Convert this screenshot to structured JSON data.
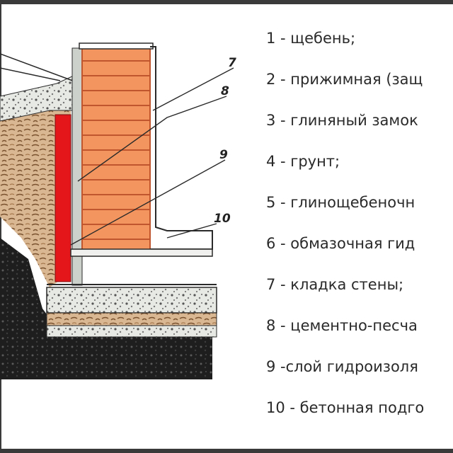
{
  "legend": {
    "items": [
      {
        "text": "1 - щебень;"
      },
      {
        "text": "2 - прижимная (защ"
      },
      {
        "text": "3 - глиняный замок"
      },
      {
        "text": "4 - грунт;"
      },
      {
        "text": "5 - глинощебеночн"
      },
      {
        "text": "6 - обмазочная гид"
      },
      {
        "text": "7 - кладка стены;"
      },
      {
        "text": "8 - цементно-песча"
      },
      {
        "text": "9 -слой гидроизоля"
      },
      {
        "text": "10 - бетонная подго"
      }
    ]
  },
  "diagram": {
    "callouts": [
      "7",
      "8",
      "9",
      "10"
    ],
    "colors": {
      "brick": "#f2955f",
      "mortar": "#c0562e",
      "clay": "#e4161a",
      "soil": "#d9b792",
      "gravel": "#e6e9e4",
      "rubble": "#1e1e1e",
      "outline": "#2a2a2a"
    }
  }
}
